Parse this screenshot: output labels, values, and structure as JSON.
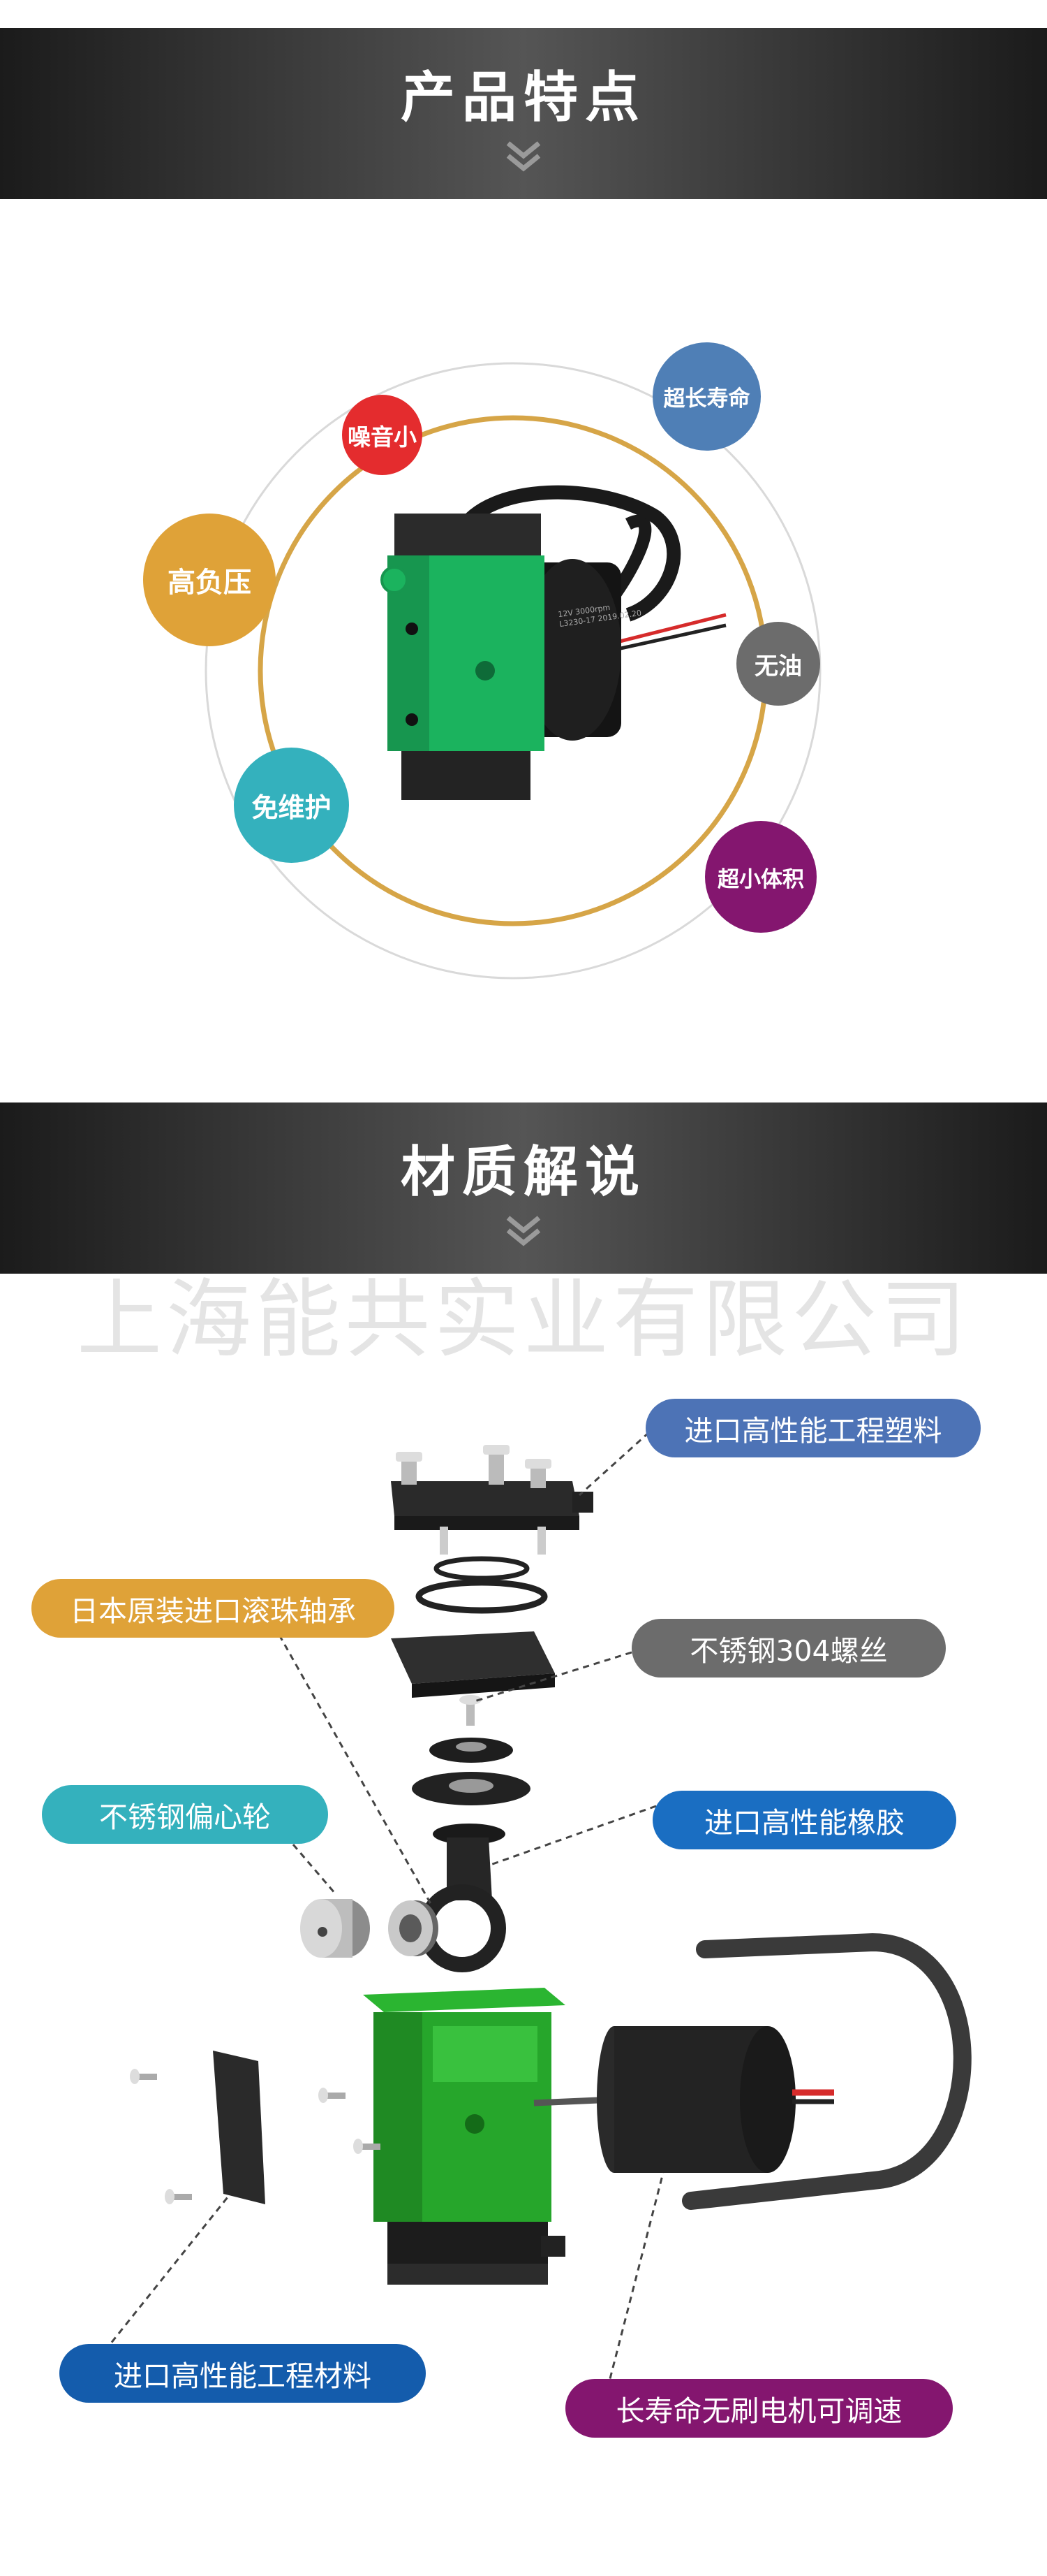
{
  "section1": {
    "title": "产品特点"
  },
  "features": [
    {
      "label": "噪音小",
      "color": "#e42c2e"
    },
    {
      "label": "超长寿命",
      "color": "#4f7fb6"
    },
    {
      "label": "高负压",
      "color": "#dfa238"
    },
    {
      "label": "无油",
      "color": "#6c6c6c"
    },
    {
      "label": "免维护",
      "color": "#34b1bd"
    },
    {
      "label": "超小体积",
      "color": "#84166f"
    }
  ],
  "section2": {
    "title": "材质解说"
  },
  "watermark": "上海能共实业有限公司",
  "callouts": [
    {
      "label": "进口高性能工程塑料",
      "color": "#4d73b6"
    },
    {
      "label": "日本原装进口滚珠轴承",
      "color": "#dfa238"
    },
    {
      "label": "不锈钢304螺丝",
      "color": "#6c6c6c"
    },
    {
      "label": "不锈钢偏心轮",
      "color": "#34b1bd"
    },
    {
      "label": "进口高性能橡胶",
      "color": "#1a6ec2"
    },
    {
      "label": "进口高性能工程材料",
      "color": "#145cac"
    },
    {
      "label": "长寿命无刷电机可调速",
      "color": "#84166f"
    }
  ],
  "pump_label": {
    "line1": "12V 3000rpm",
    "line2": "L3230-17 2019.02.20"
  }
}
